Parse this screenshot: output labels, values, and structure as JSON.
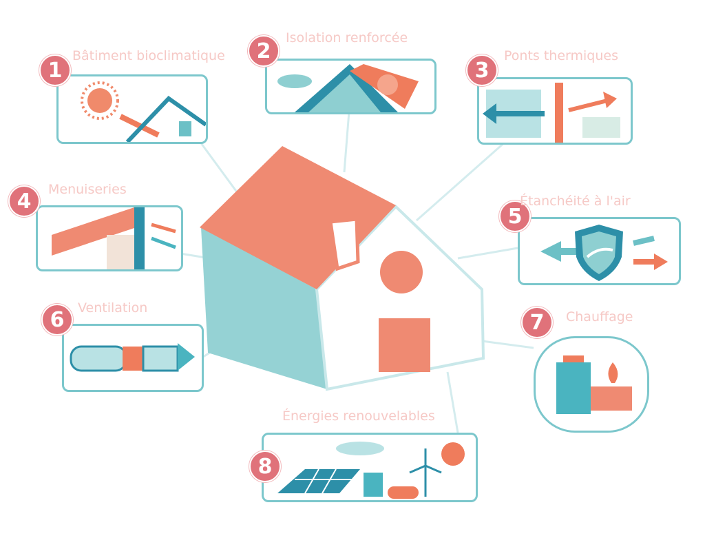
{
  "colors": {
    "coral": "#ef8a72",
    "teal": "#8ecfd1",
    "dark_teal": "#2d8fa8",
    "badge": "#e0727a",
    "label": "#f6c9c6"
  },
  "items": [
    {
      "number": "1",
      "label": "Bâtiment bioclimatique",
      "icon": "sun-house-icon"
    },
    {
      "number": "2",
      "label": "Isolation renforcée",
      "icon": "roof-insulation-icon"
    },
    {
      "number": "3",
      "label": "Ponts thermiques",
      "icon": "thermal-bridge-icon"
    },
    {
      "number": "4",
      "label": "Menuiseries",
      "icon": "window-frame-icon"
    },
    {
      "number": "5",
      "label": "Étanchéité à l'air",
      "icon": "shield-airflow-icon"
    },
    {
      "number": "6",
      "label": "Ventilation",
      "icon": "duct-icon"
    },
    {
      "number": "7",
      "label": "Chauffage",
      "icon": "heater-icon"
    },
    {
      "number": "8",
      "label": "Énergies renouvelables",
      "icon": "solar-wind-icon"
    }
  ]
}
